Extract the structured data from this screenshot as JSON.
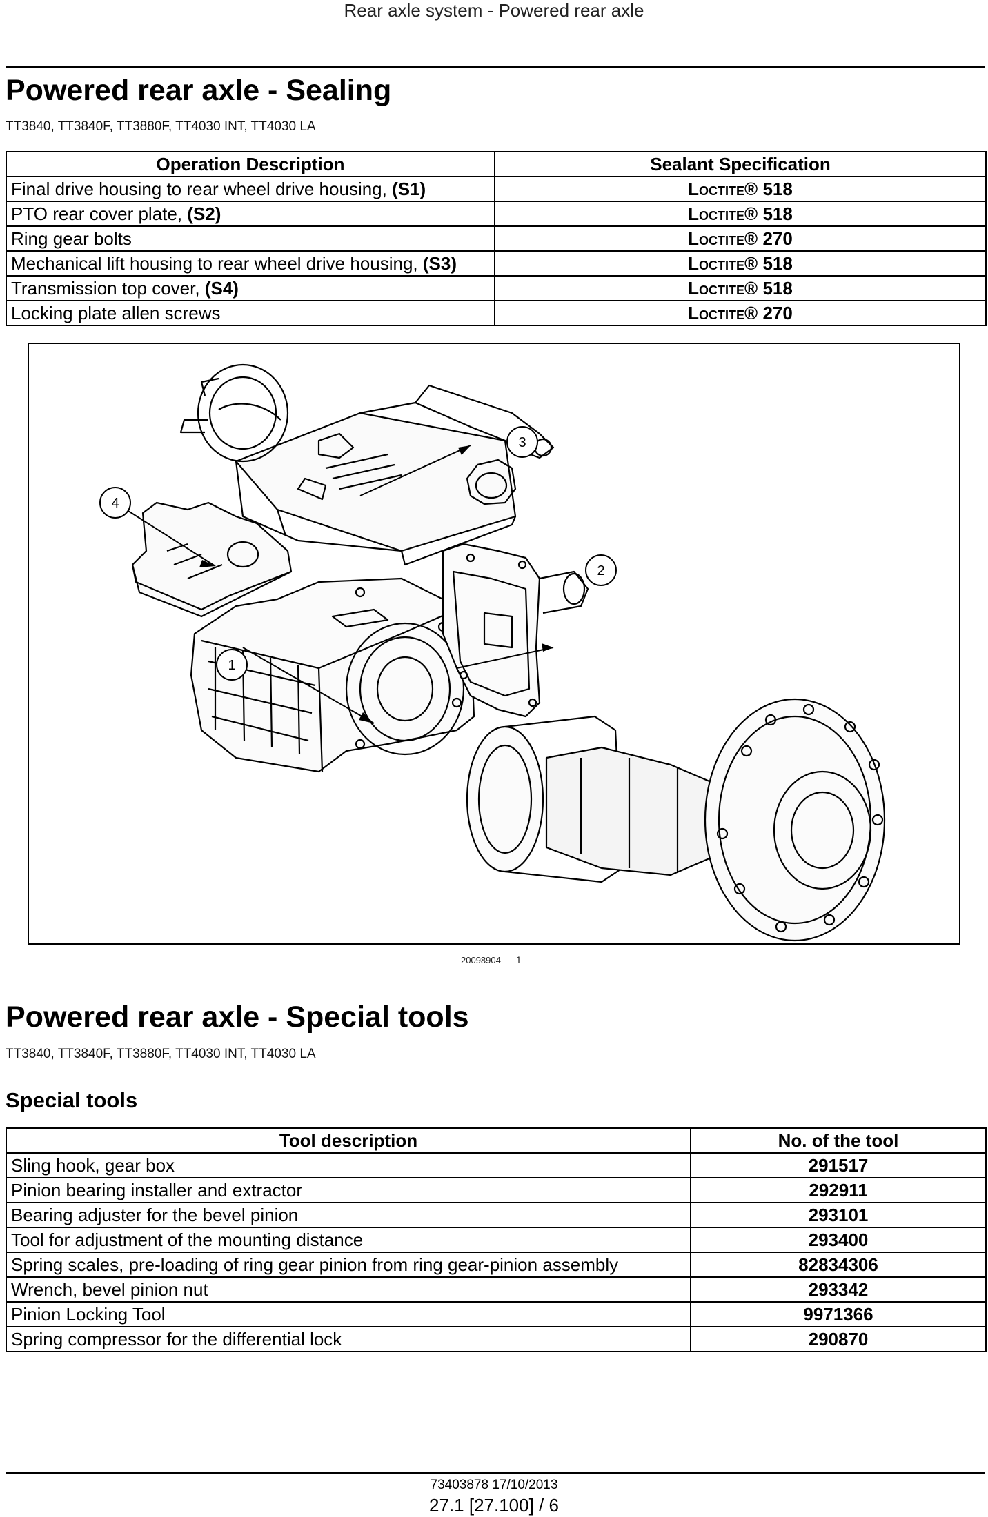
{
  "running_header": "Rear axle system - Powered rear axle",
  "sealing": {
    "title": "Powered rear axle - Sealing",
    "models": "TT3840, TT3840F, TT3880F, TT4030 INT, TT4030 LA",
    "columns": [
      "Operation Description",
      "Sealant Specification"
    ],
    "rows": [
      {
        "desc": "Final drive housing to rear wheel drive housing, ",
        "code": "(S1)",
        "brand": "Loctite",
        "reg": "®",
        "num": " 518"
      },
      {
        "desc": "PTO rear cover plate, ",
        "code": "(S2)",
        "brand": "Loctite",
        "reg": "®",
        "num": " 518"
      },
      {
        "desc": "Ring gear bolts",
        "code": "",
        "brand": "Loctite",
        "reg": "®",
        "num": " 270"
      },
      {
        "desc": "Mechanical lift housing to rear wheel drive housing, ",
        "code": "(S3)",
        "brand": "Loctite",
        "reg": "®",
        "num": " 518"
      },
      {
        "desc": "Transmission top cover, ",
        "code": "(S4)",
        "brand": "Loctite",
        "reg": "®",
        "num": " 518"
      },
      {
        "desc": "Locking plate allen screws",
        "code": "",
        "brand": "Loctite",
        "reg": "®",
        "num": " 270"
      }
    ]
  },
  "figure": {
    "callouts": [
      "1",
      "2",
      "3",
      "4"
    ],
    "image_id": "20098904",
    "number": "1"
  },
  "special_tools": {
    "title": "Powered rear axle - Special tools",
    "models": "TT3840, TT3840F, TT3880F, TT4030 INT, TT4030 LA",
    "subtitle": "Special tools",
    "columns": [
      "Tool description",
      "No. of the tool"
    ],
    "rows": [
      {
        "desc": "Sling hook, gear box",
        "no": "291517"
      },
      {
        "desc": "Pinion bearing installer and extractor",
        "no": "292911"
      },
      {
        "desc": "Bearing adjuster for the bevel pinion",
        "no": "293101"
      },
      {
        "desc": "Tool for adjustment of the mounting distance",
        "no": "293400"
      },
      {
        "desc": "Spring scales, pre-loading of ring gear pinion from ring gear-pinion assembly",
        "no": "82834306"
      },
      {
        "desc": "Wrench, bevel pinion nut",
        "no": "293342"
      },
      {
        "desc": "Pinion Locking Tool",
        "no": "9971366"
      },
      {
        "desc": "Spring compressor for the differential lock",
        "no": "290870"
      }
    ]
  },
  "footer": {
    "doc": "73403878 17/10/2013",
    "page": "27.1 [27.100] / 6"
  }
}
